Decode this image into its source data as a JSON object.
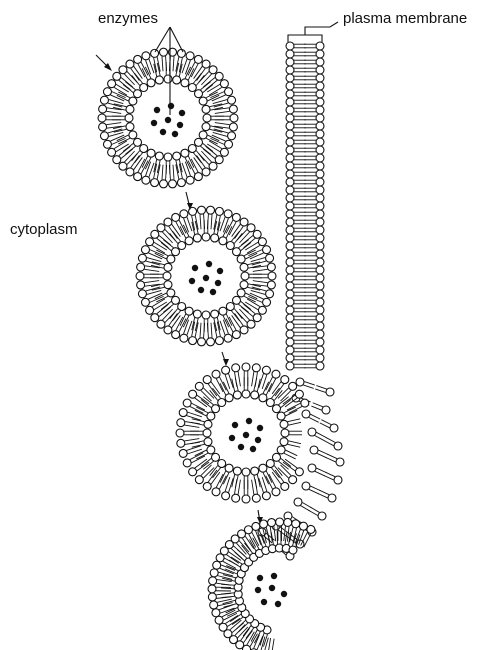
{
  "labels": {
    "enzymes": "enzymes",
    "plasma_membrane": "plasma membrane",
    "cytoplasm": "cytoplasm"
  },
  "colors": {
    "ink": "#111111",
    "background": "#ffffff"
  }
}
